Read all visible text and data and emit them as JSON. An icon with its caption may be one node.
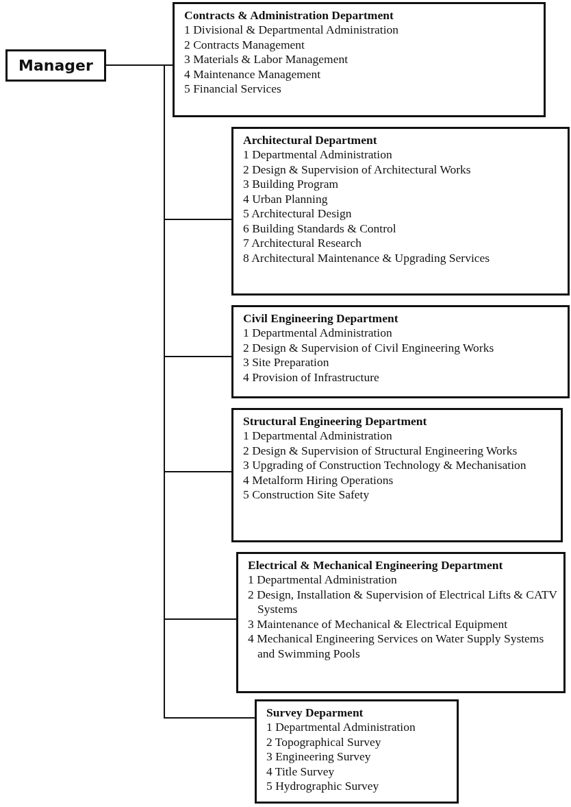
{
  "diagram": {
    "nodes": [
      {
        "text": [
          "Manager"
        ]
      },
      {
        "text": [
          "Contracts & Administration Department",
          "1 Divisional & Departmental Administration",
          "2 Contracts Management",
          "3 Materials & Labor Management",
          "4 Maintenance Management",
          "5 Financial Services"
        ]
      },
      {
        "text": [
          "Architectural Department",
          "1 Departmental Administration",
          "2 Design & Supervision of Architectural Works",
          "3 Building Program",
          "4 Urban Planning",
          "5 Architectural Design",
          "6 Building Standards & Control",
          "7 Architectural Research",
          "8 Architectural Maintenance & Upgrading Services"
        ]
      },
      {
        "text": [
          "Civil Engineering Department",
          "1 Departmental Administration",
          "2 Design & Supervision of Civil Engineering Works",
          "3 Site Preparation",
          "4 Provision of Infrastructure"
        ]
      },
      {
        "text": [
          "Structural Engineering Department",
          "1 Departmental Administration",
          "2 Design & Supervision of Structural Engineering Works",
          "3 Upgrading of Construction Technology & Mechanisation",
          "4 Metalform Hiring Operations",
          "5 Construction Site Safety"
        ]
      },
      {
        "text": [
          "Electrical & Mechanical Engineering Department",
          "1 Departmental Administration",
          "2 Design, Installation & Supervision of Electrical Lifts & CATV Systems",
          "3 Maintenance of Mechanical & Electrical Equipment",
          "4 Mechanical Engineering Services on Water Supply Systems and Swimming Pools"
        ]
      },
      {
        "text": [
          "Survey Deparment",
          "1 Departmental Administration",
          "2 Topographical Survey",
          "3 Engineering Survey",
          "4 Title Survey",
          "5 Hydrographic Survey"
        ]
      }
    ],
    "edges": [
      {
        "from": 0,
        "to": 1,
        "arrow": "none"
      },
      {
        "from": 0,
        "to": 2,
        "arrow": "none"
      },
      {
        "from": 0,
        "to": 3,
        "arrow": "none"
      },
      {
        "from": 0,
        "to": 4,
        "arrow": "none"
      },
      {
        "from": 0,
        "to": 5,
        "arrow": "none"
      },
      {
        "from": 0,
        "to": 6,
        "arrow": "none"
      }
    ]
  }
}
